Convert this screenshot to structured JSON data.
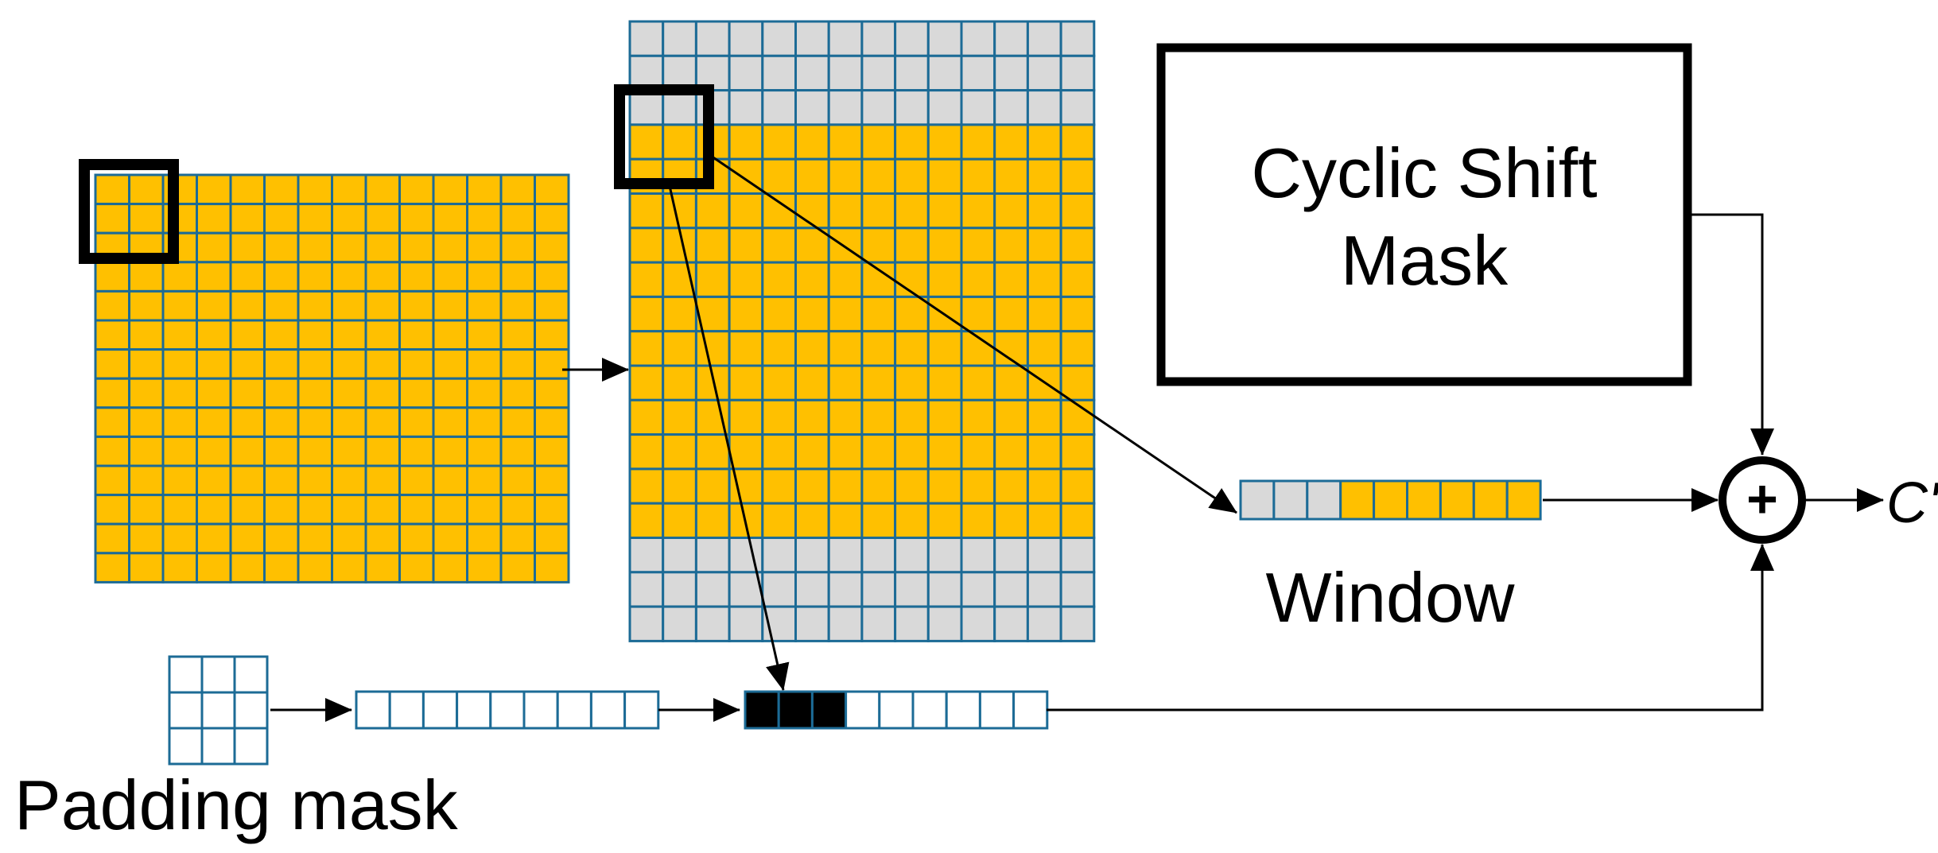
{
  "colors": {
    "grid_line": "#1c6b96",
    "token_fill": "#ffc000",
    "pad_fill": "#d9d9d9",
    "masked_fill": "#000000",
    "empty_fill": "#ffffff",
    "arrow": "#000000"
  },
  "labels": {
    "cyclic_shift_line1": "Cyclic Shift",
    "cyclic_shift_line2": "Mask",
    "window": "Window",
    "padding_mask": "Padding mask",
    "output": "C'",
    "sum_symbol": "+"
  },
  "input_grid": {
    "rows": 14,
    "cols": 14
  },
  "padded_grid": {
    "rows": 18,
    "cols": 14,
    "pad_rows_top": 3,
    "pad_rows_bottom": 3
  },
  "window_sequence": [
    "pad",
    "pad",
    "pad",
    "token",
    "token",
    "token",
    "token",
    "token",
    "token"
  ],
  "padding_kernel": {
    "rows": 3,
    "cols": 3
  },
  "padding_flat": {
    "cells": 9
  },
  "padding_result_sequence": [
    "masked",
    "masked",
    "masked",
    "empty",
    "empty",
    "empty",
    "empty",
    "empty",
    "empty"
  ]
}
